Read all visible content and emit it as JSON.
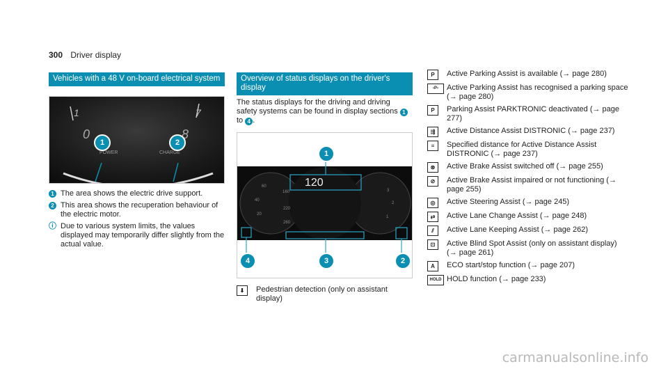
{
  "header": {
    "page_number": "300",
    "section": "Driver display"
  },
  "left": {
    "title": "Vehicles with a 48 V on-board electrical system",
    "gauge": {
      "label_power": "POWER",
      "label_charge": "CHARGE",
      "callout1": "1",
      "callout2": "2"
    },
    "items": [
      {
        "num": "1",
        "text": "The area shows the electric drive support."
      },
      {
        "num": "2",
        "text": "This area shows the recuperation behaviour of the electric motor."
      }
    ],
    "note": {
      "icon": "info-icon",
      "text": "Due to various system limits, the values displayed may temporarily differ slightly from the actual value."
    }
  },
  "middle": {
    "title": "Overview of status displays on the driver's display",
    "intro_a": "The status displays for the driving and driving safety systems can be found in display sections",
    "intro_from": "1",
    "intro_to_word": "to",
    "intro_to": "4",
    "intro_end": ".",
    "dashboard": {
      "speed": "120",
      "callouts": [
        "1",
        "2",
        "3",
        "4"
      ]
    },
    "pedestrian": "Pedestrian detection (only on assistant display)"
  },
  "right": {
    "symbols": [
      {
        "icon": "parking-icon",
        "glyph": "P",
        "text": "Active Parking Assist is available (→ page 280)"
      },
      {
        "icon": "parking-space-icon",
        "glyph": "‹P›",
        "text": "Active Parking Assist has recognised a parking space (→ page 280)"
      },
      {
        "icon": "parktronic-off-icon",
        "glyph": "P",
        "text": "Parking Assist PARKTRONIC deactivated (→ page 277)"
      },
      {
        "icon": "distronic-icon",
        "glyph": "⇶",
        "text": "Active Distance Assist DISTRONIC (→ page 237)"
      },
      {
        "icon": "distance-icon",
        "glyph": "≡",
        "text": "Specified distance for Active Distance Assist DISTRONIC (→ page 237)"
      },
      {
        "icon": "brake-assist-off-icon",
        "glyph": "⊗",
        "text": "Active Brake Assist switched off (→ page 255)"
      },
      {
        "icon": "brake-assist-impaired-icon",
        "glyph": "⊘",
        "text": "Active Brake Assist impaired or not functioning (→ page 255)"
      },
      {
        "icon": "steering-assist-icon",
        "glyph": "◎",
        "text": "Active Steering Assist (→ page 245)"
      },
      {
        "icon": "lane-change-icon",
        "glyph": "⇄",
        "text": "Active Lane Change Assist (→ page 248)"
      },
      {
        "icon": "lane-keeping-icon",
        "glyph": "⫽",
        "text": "Active Lane Keeping Assist (→ page 262)"
      },
      {
        "icon": "blind-spot-icon",
        "glyph": "⊡",
        "text": "Active Blind Spot Assist (only on assistant display) (→ page 261)"
      },
      {
        "icon": "eco-icon",
        "glyph": "A",
        "text": "ECO start/stop function (→ page 207)"
      },
      {
        "icon": "hold-icon",
        "glyph": "HOLD",
        "text": "HOLD function (→ page 233)"
      }
    ]
  },
  "watermark": "carmanualsonline.info"
}
